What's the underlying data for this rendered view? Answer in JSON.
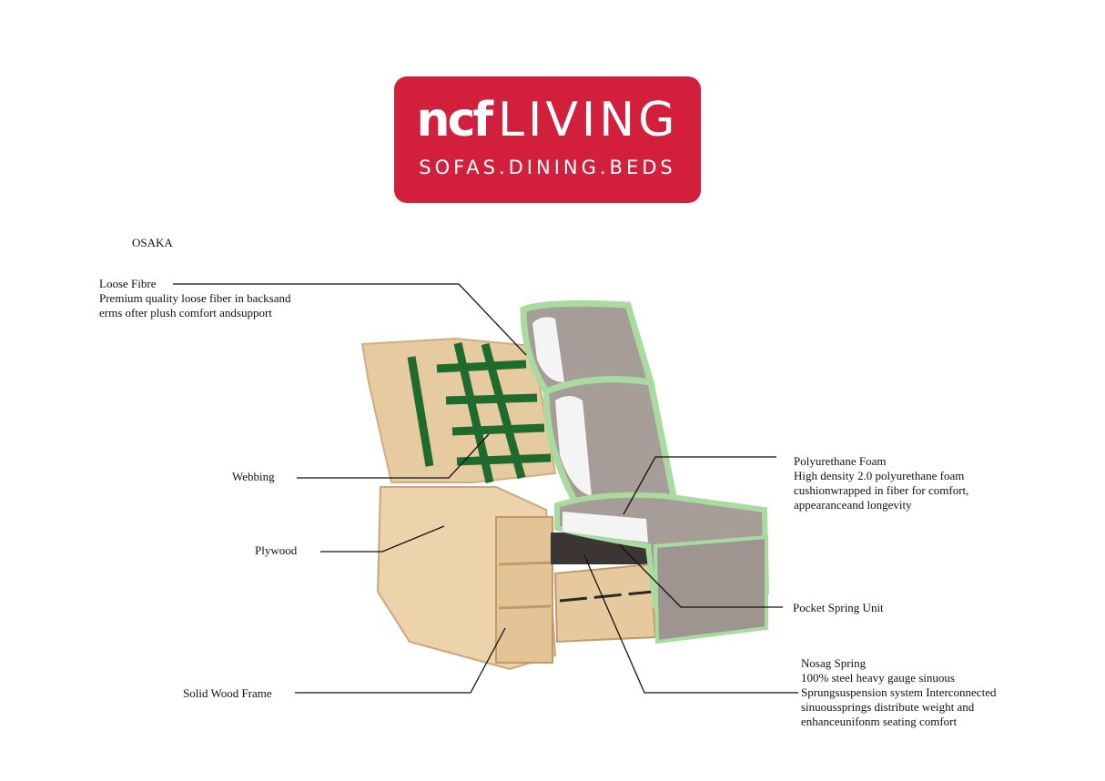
{
  "logo": {
    "brand_ncf": "ncf",
    "brand_living": "LIVING",
    "tagline": "SOFAS.DINING.BEDS",
    "background_color": "#d21f3c"
  },
  "model_name": "OSAKA",
  "callouts": {
    "loose_fibre": {
      "title": "Loose Fibre",
      "lines": [
        "Premium quality loose fiber in backsand",
        "erms ofter plush comfort andsupport"
      ]
    },
    "webbing": {
      "title": "Webbing"
    },
    "plywood": {
      "title": "Plywood"
    },
    "solid_wood_frame": {
      "title": "Solid Wood Frame"
    },
    "polyurethane_foam": {
      "title": "Polyurethane Foam",
      "lines": [
        "High density 2.0 polyurethane foam",
        "cushionwrapped in fiber for comfort,",
        "appearanceand longevity"
      ]
    },
    "pocket_spring_unit": {
      "title": "Pocket Spring Unit"
    },
    "nosag_spring": {
      "title": "Nosag Spring",
      "lines": [
        "100% steel heavy gauge sinuous",
        "Sprungsuspension system Interconnected",
        "sinuoussprings distribute weight and",
        "enhanceunifonm seating comfort"
      ]
    }
  },
  "colors": {
    "wood": "#e9cfa6",
    "webbing": "#1f6b2d",
    "foam_green": "#a9dba0",
    "fabric": "#a79d98",
    "leader_line": "#111111"
  }
}
